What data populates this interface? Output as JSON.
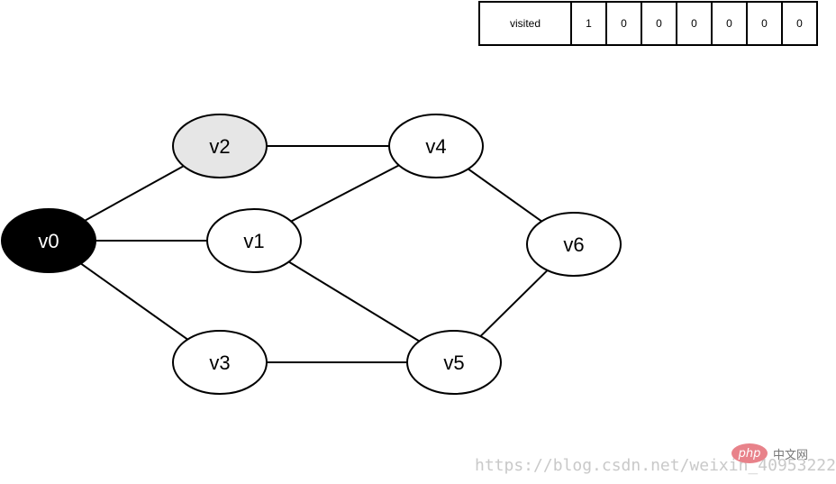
{
  "visited": {
    "label": "visited",
    "values": [
      "1",
      "0",
      "0",
      "0",
      "0",
      "0",
      "0"
    ]
  },
  "graph": {
    "nodes": [
      {
        "id": "v0",
        "label": "v0",
        "state": "current"
      },
      {
        "id": "v1",
        "label": "v1",
        "state": "unvisited"
      },
      {
        "id": "v2",
        "label": "v2",
        "state": "highlighted"
      },
      {
        "id": "v3",
        "label": "v3",
        "state": "unvisited"
      },
      {
        "id": "v4",
        "label": "v4",
        "state": "unvisited"
      },
      {
        "id": "v5",
        "label": "v5",
        "state": "unvisited"
      },
      {
        "id": "v6",
        "label": "v6",
        "state": "unvisited"
      }
    ],
    "edges": [
      [
        "v0",
        "v2"
      ],
      [
        "v0",
        "v1"
      ],
      [
        "v0",
        "v3"
      ],
      [
        "v2",
        "v4"
      ],
      [
        "v1",
        "v4"
      ],
      [
        "v1",
        "v5"
      ],
      [
        "v3",
        "v5"
      ],
      [
        "v4",
        "v6"
      ],
      [
        "v5",
        "v6"
      ]
    ]
  },
  "colors": {
    "current_fill": "#000000",
    "current_text": "#ffffff",
    "highlighted_fill": "#e6e6e6",
    "unvisited_fill": "#ffffff",
    "stroke": "#000000"
  },
  "watermark": {
    "url": "https://blog.csdn.net/weixin_40953222",
    "logo_text": "php",
    "logo_caption": "中文网"
  }
}
